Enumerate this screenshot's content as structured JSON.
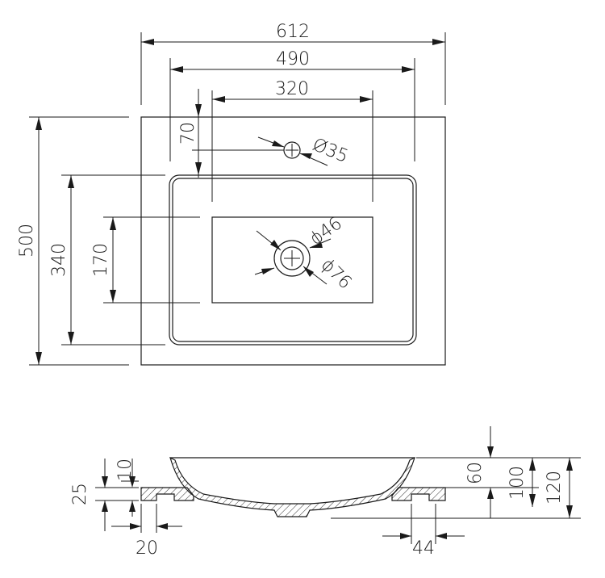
{
  "top_view": {
    "dims": {
      "width_612": "612",
      "width_490": "490",
      "width_320": "320",
      "offset_70": "70",
      "hole_35": "Ø35",
      "height_500": "500",
      "height_340": "340",
      "height_170": "170",
      "drain_46": "ϕ46",
      "drain_76": "ϕ76"
    }
  },
  "side_view": {
    "dims": {
      "rim_10": "10",
      "rim_25": "25",
      "flange_20": "20",
      "flange_44": "44",
      "depth_60": "60",
      "height_100": "100",
      "height_120": "120"
    }
  }
}
